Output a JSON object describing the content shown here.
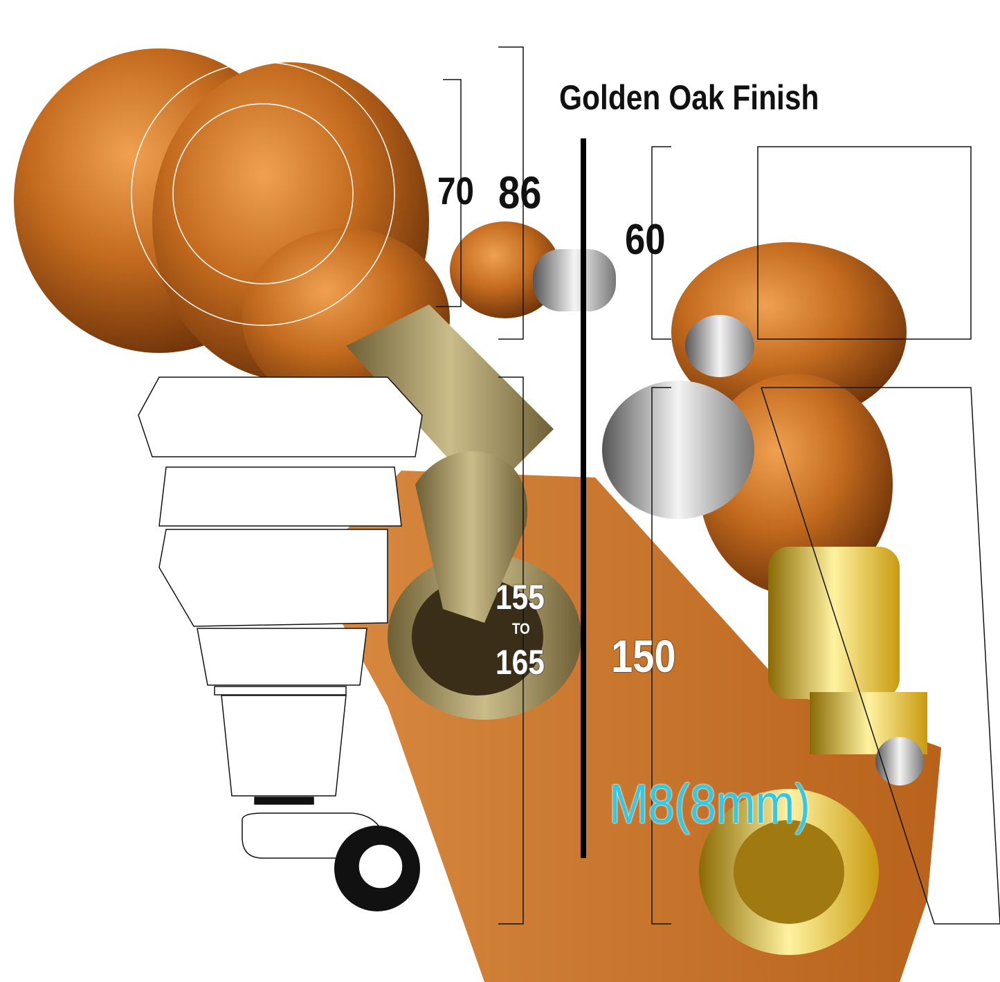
{
  "title": "Golden Oak Finish",
  "dimensions": {
    "top_diameter_inner": "70",
    "top_diameter_outer": "86",
    "square_width": "60",
    "height_range_min": "155",
    "height_range_separator": "TO",
    "height_range_max": "165",
    "height_square": "150",
    "thread": "M8(8mm)"
  },
  "colors": {
    "wood": "#c26a1e",
    "brass_antique": "#9c8a55",
    "brass_polished": "#e8c52a",
    "chrome": "#c9ccd2",
    "thread_label": "#36c8e0"
  }
}
